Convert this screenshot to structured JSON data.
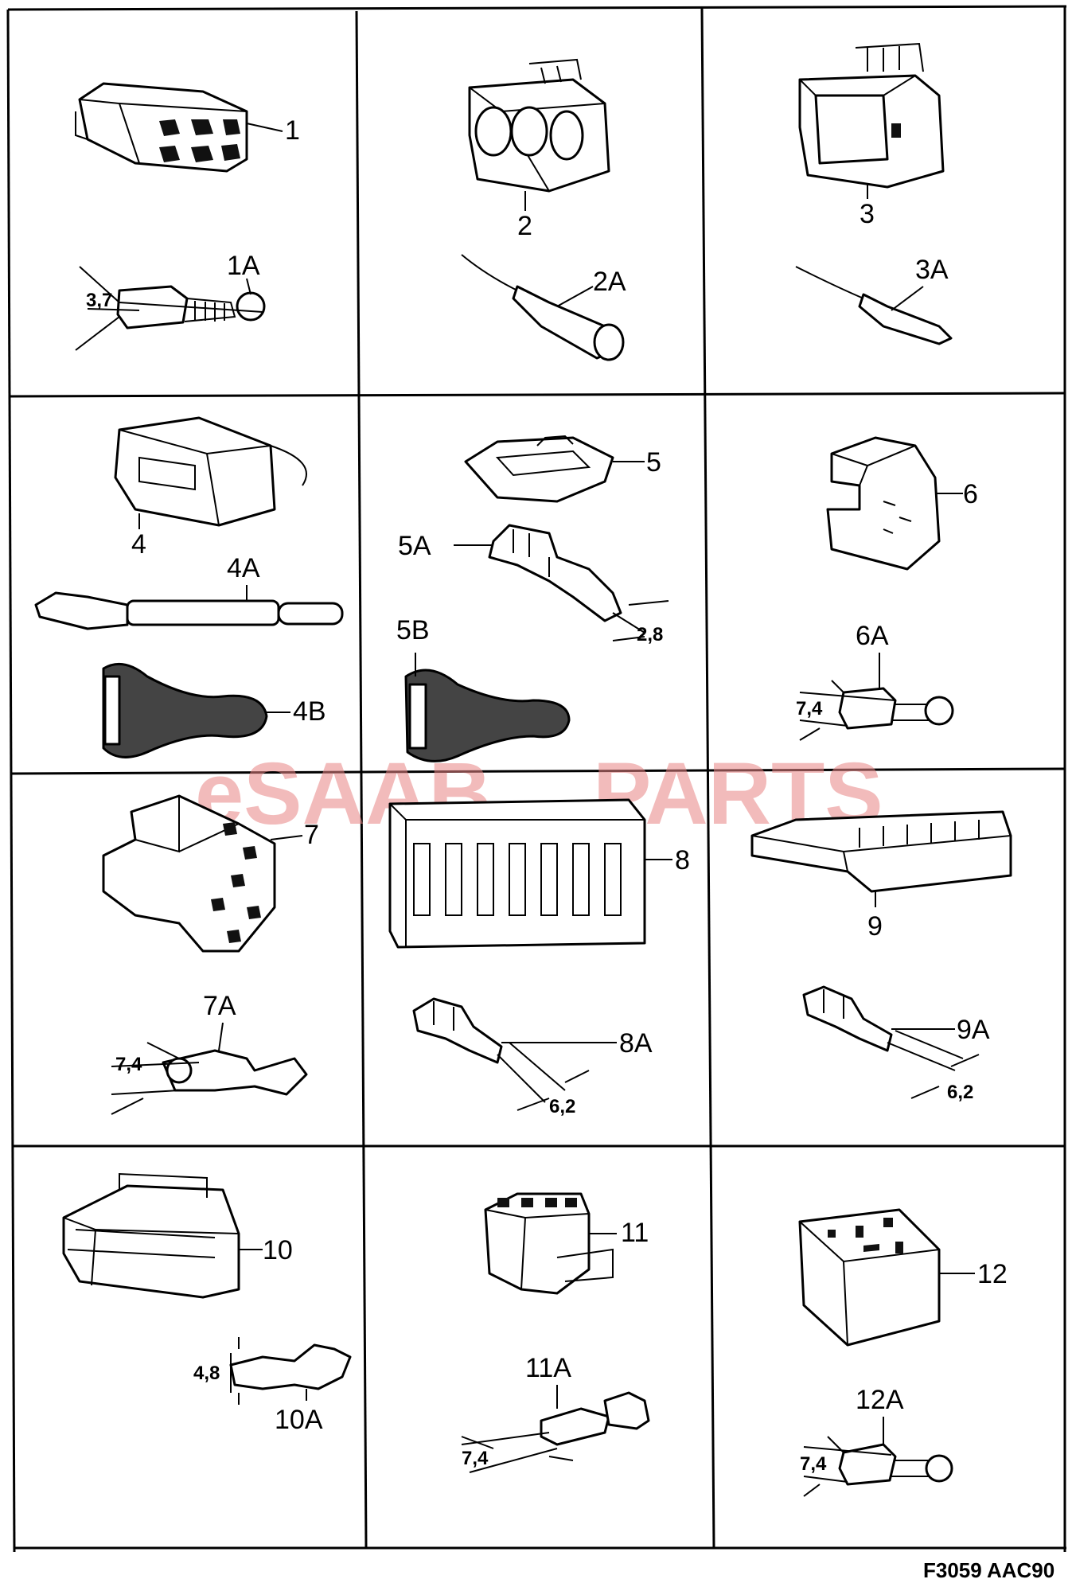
{
  "labels": {
    "p1": "1",
    "p1a": "1A",
    "p2": "2",
    "p2a": "2A",
    "p3": "3",
    "p3a": "3A",
    "p4": "4",
    "p4a": "4A",
    "p4b": "4B",
    "p5": "5",
    "p5a": "5A",
    "p5b": "5B",
    "p6": "6",
    "p6a": "6A",
    "p7": "7",
    "p7a": "7A",
    "p8": "8",
    "p8a": "8A",
    "p9": "9",
    "p9a": "9A",
    "p10": "10",
    "p10a": "10A",
    "p11": "11",
    "p11a": "11A",
    "p12": "12",
    "p12a": "12A"
  },
  "dimensions": {
    "d1a": "3,7",
    "d5a": "2,8",
    "d6a": "7,4",
    "d7a": "7,4",
    "d8a": "6,2",
    "d9a": "6,2",
    "d10a": "4,8",
    "d11a": "7,4",
    "d12a": "7,4"
  },
  "drawing_code": "F3059  AAC90",
  "watermark": {
    "prefix": "eSAAB",
    "suffix": "PARTS"
  }
}
